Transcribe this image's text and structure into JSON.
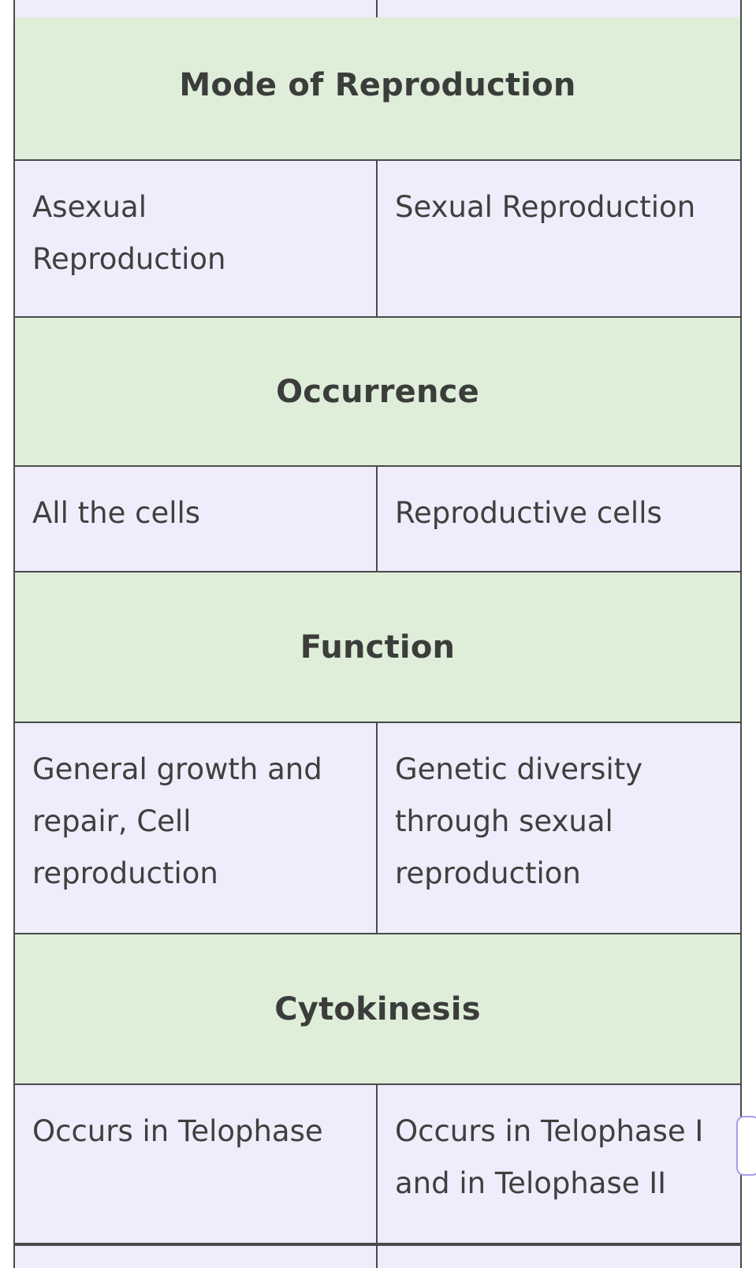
{
  "table": {
    "sections": [
      {
        "header": "Mode of Reproduction",
        "left": "Asexual Reproduction",
        "right": "Sexual Reproduction"
      },
      {
        "header": "Occurrence",
        "left": "All the cells",
        "right": "Reproductive cells"
      },
      {
        "header": "Function",
        "left": "General growth and repair, Cell reproduction",
        "right": "Genetic diversity through sexual reproduction"
      },
      {
        "header": "Cytokinesis",
        "left": "Occurs in Telophase",
        "right": "Occurs in Telophase I and in Telophase II"
      }
    ]
  },
  "colors": {
    "header_bg": "#dfeed9",
    "cell_bg": "#efecfb",
    "border": "#4a4a4a",
    "text": "#3e403e"
  }
}
